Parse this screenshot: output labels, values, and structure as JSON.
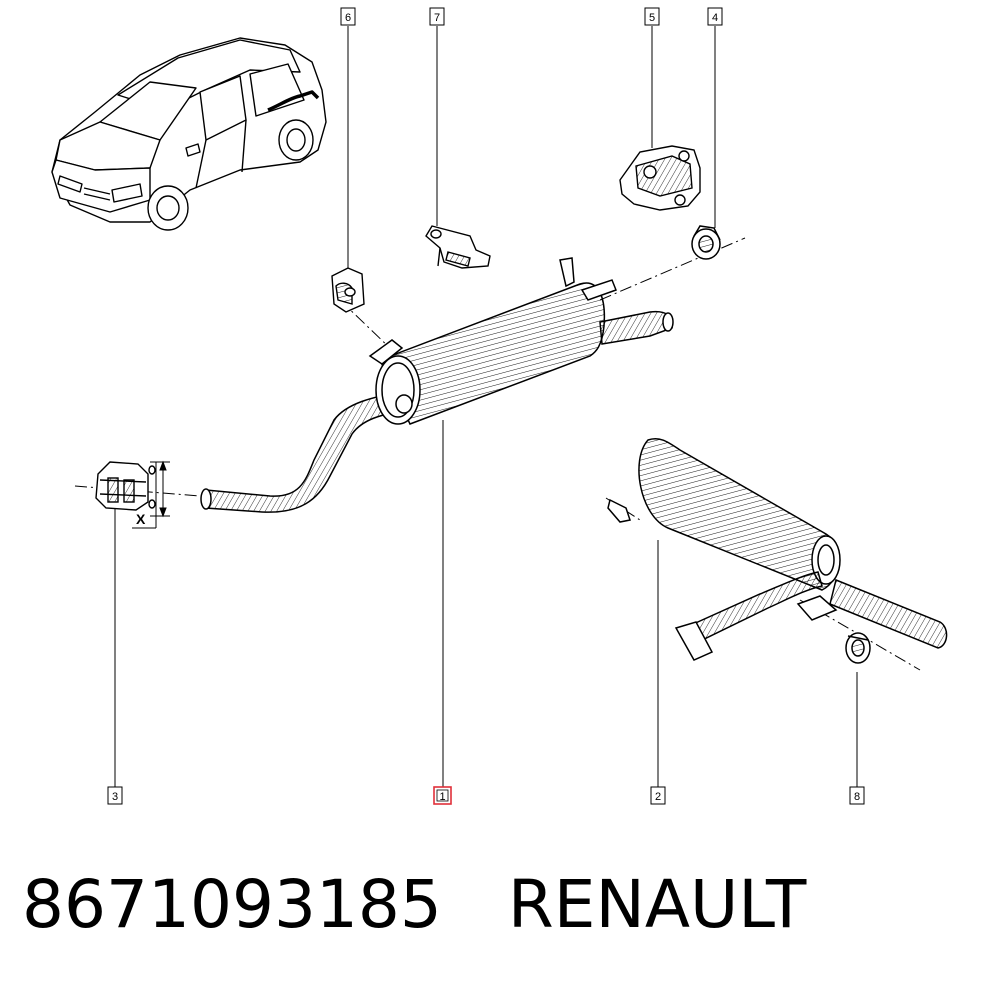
{
  "callouts": {
    "c1": "1",
    "c2": "2",
    "c3": "3",
    "c4": "4",
    "c5": "5",
    "c6": "6",
    "c7": "7",
    "c8": "8"
  },
  "dimension_label": "X",
  "caption": {
    "part_number": "8671093185",
    "brand": "RENAULT"
  },
  "colors": {
    "line": "#000000",
    "highlight": "#e0303a",
    "background": "#ffffff"
  }
}
